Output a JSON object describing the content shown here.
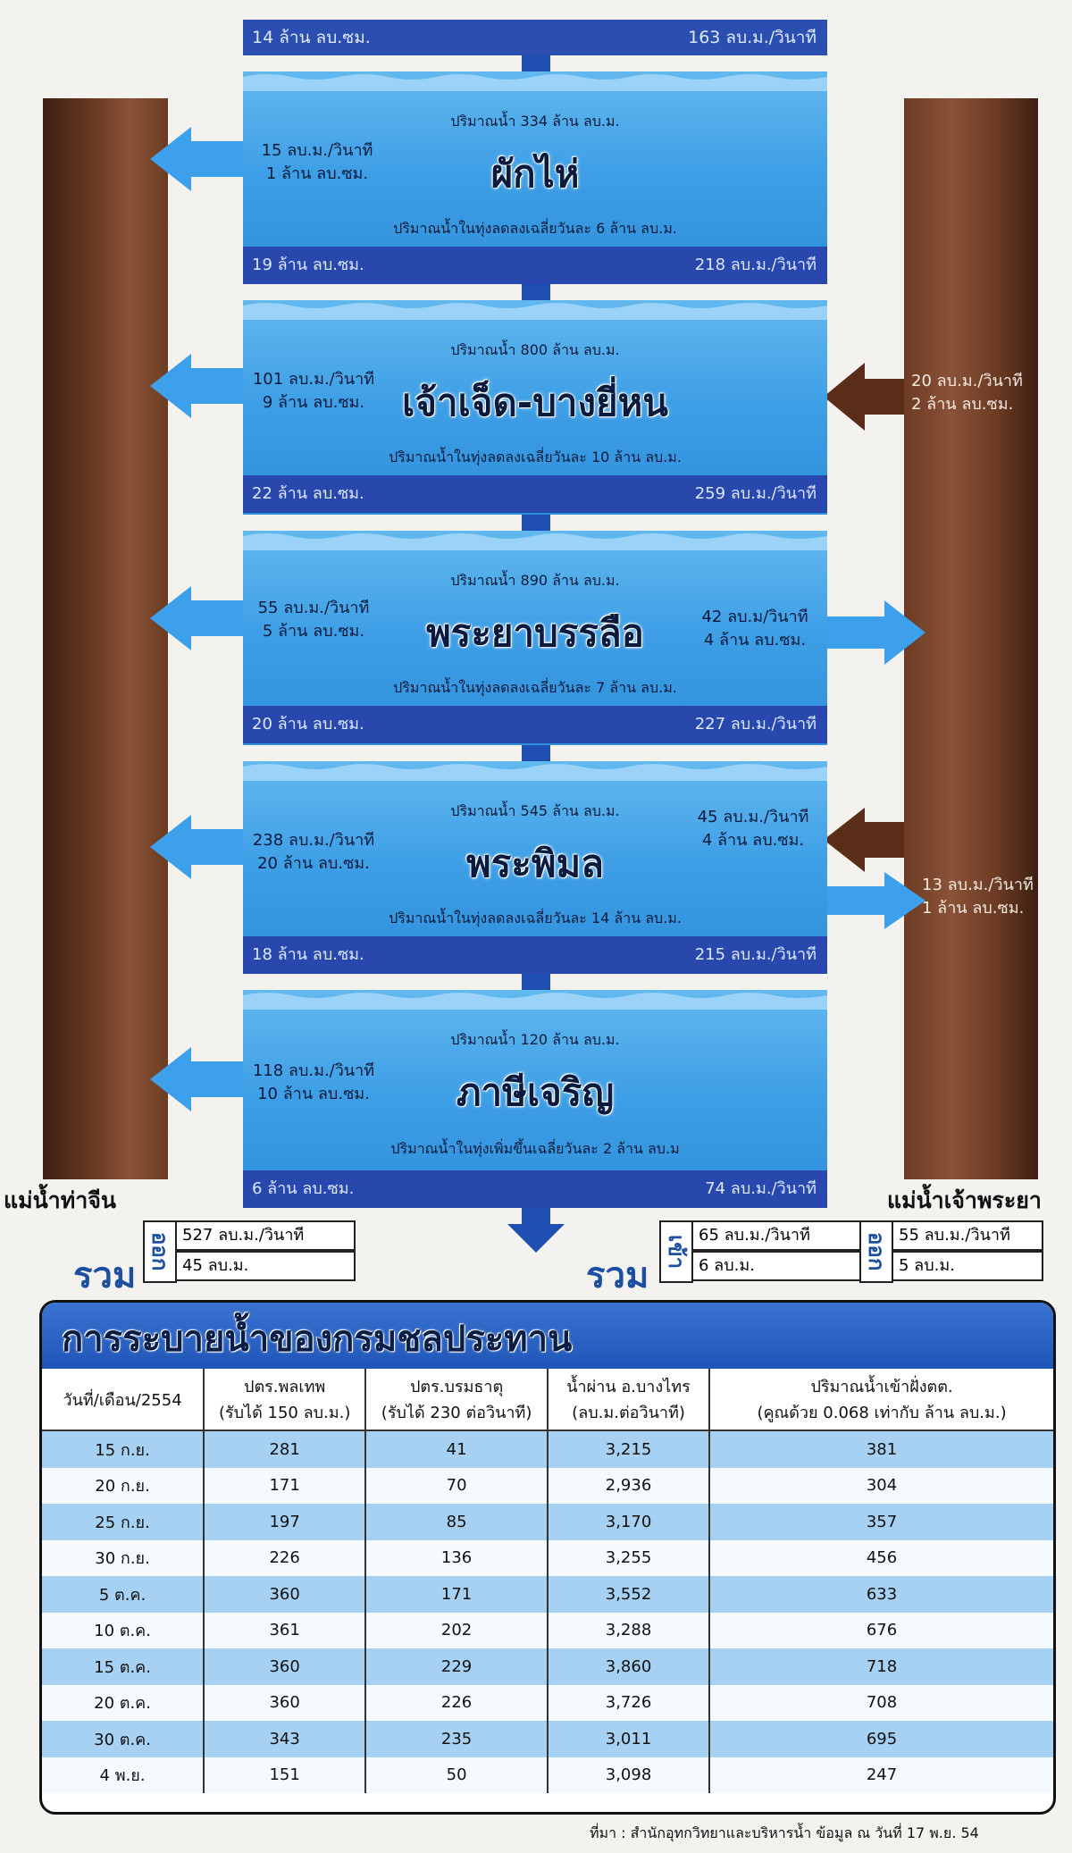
{
  "rivers": {
    "left": "แม่น้ำท่าจีน",
    "right": "แม่น้ำเจ้าพระยา"
  },
  "top_strip": {
    "left": "14 ล้าน ลบ.ซม.",
    "right": "163 ลบ.ม./วินาที"
  },
  "boxes": [
    {
      "volume": "ปริมาณน้ำ 334 ล้าน ลบ.ม.",
      "name": "ผักไห่",
      "note": "ปริมาณน้ำในทุ่งลดลงเฉลี่ยวันละ 6 ล้าน ลบ.ม.",
      "bottom_left": "19 ล้าน ลบ.ซม.",
      "bottom_right": "218 ลบ.ม./วินาที",
      "out_left": [
        "15 ลบ.ม./วินาที",
        "1 ล้าน ลบ.ซม."
      ]
    },
    {
      "volume": "ปริมาณน้ำ 800 ล้าน ลบ.ม.",
      "name": "เจ้าเจ็ด-บางยี่หน",
      "note": "ปริมาณน้ำในทุ่งลดลงเฉลี่ยวันละ 10 ล้าน ลบ.ม.",
      "bottom_left": "22 ล้าน ลบ.ซม.",
      "bottom_right": "259 ลบ.ม./วินาที",
      "out_left": [
        "101 ลบ.ม./วินาที",
        "9 ล้าน ลบ.ซม."
      ],
      "in_right": [
        "20 ลบ.ม./วินาที",
        "2 ล้าน ลบ.ซม."
      ]
    },
    {
      "volume": "ปริมาณน้ำ 890 ล้าน ลบ.ม.",
      "name": "พระยาบรรลือ",
      "note": "ปริมาณน้ำในทุ่งลดลงเฉลี่ยวันละ 7 ล้าน ลบ.ม.",
      "bottom_left": "20 ล้าน ลบ.ซม.",
      "bottom_right": "227 ลบ.ม./วินาที",
      "out_left": [
        "55 ลบ.ม./วินาที",
        "5 ล้าน ลบ.ซม."
      ],
      "out_right": [
        "42 ลบ.ม/วินาที",
        "4 ล้าน ลบ.ซม."
      ]
    },
    {
      "volume": "ปริมาณน้ำ 545 ล้าน ลบ.ม.",
      "name": "พระพิมล",
      "note": "ปริมาณน้ำในทุ่งลดลงเฉลี่ยวันละ 14 ล้าน ลบ.ม.",
      "bottom_left": "18 ล้าน ลบ.ซม.",
      "bottom_right": "215 ลบ.ม./วินาที",
      "out_left": [
        "238 ลบ.ม./วินาที",
        "20 ล้าน ลบ.ซม."
      ],
      "in_right": [
        "45 ลบ.ม./วินาที",
        "4 ล้าน ลบ.ซม."
      ],
      "out_right": [
        "13 ลบ.ม./วินาที",
        "1 ล้าน ลบ.ซม."
      ]
    },
    {
      "volume": "ปริมาณน้ำ 120 ล้าน ลบ.ม.",
      "name": "ภาษีเจริญ",
      "note": "ปริมาณน้ำในทุ่งเพิ่มขึ้นเฉลี่ยวันละ 2 ล้าน ลบ.ม",
      "bottom_left": "6 ล้าน ลบ.ซม.",
      "bottom_right": "74 ลบ.ม./วินาที",
      "out_left": [
        "118 ลบ.ม./วินาที",
        "10 ล้าน ลบ.ซม."
      ]
    }
  ],
  "summary": {
    "label": "รวม",
    "out_label": "ออก",
    "in_label": "เข้า",
    "left_out": [
      "527 ลบ.ม./วินาที",
      "45 ลบ.ม."
    ],
    "right_in": [
      "65 ลบ.ม./วินาที",
      "6 ลบ.ม."
    ],
    "right_out": [
      "55 ลบ.ม./วินาที",
      "5 ลบ.ม."
    ]
  },
  "table": {
    "title": "การระบายน้ำของกรมชลประทาน",
    "headers": [
      [
        "วันที่/เดือน/2554",
        ""
      ],
      [
        "ปตร.พลเทพ",
        "(รับได้ 150 ลบ.ม.)"
      ],
      [
        "ปตร.บรมธาตุ",
        "(รับได้  230 ต่อวินาที)"
      ],
      [
        "น้ำผ่าน อ.บางไทร",
        "(ลบ.ม.ต่อวินาที)"
      ],
      [
        "ปริมาณน้ำเข้าฝั่งตต.",
        "(คูณด้วย 0.068 เท่ากับ ล้าน ลบ.ม.)"
      ]
    ],
    "rows": [
      [
        "15 ก.ย.",
        "281",
        "41",
        "3,215",
        "381"
      ],
      [
        "20 ก.ย.",
        "171",
        "70",
        "2,936",
        "304"
      ],
      [
        "25 ก.ย.",
        "197",
        "85",
        "3,170",
        "357"
      ],
      [
        "30 ก.ย.",
        "226",
        "136",
        "3,255",
        "456"
      ],
      [
        "5 ต.ค.",
        "360",
        "171",
        "3,552",
        "633"
      ],
      [
        "10 ต.ค.",
        "361",
        "202",
        "3,288",
        "676"
      ],
      [
        "15 ต.ค.",
        "360",
        "229",
        "3,860",
        "718"
      ],
      [
        "20 ต.ค.",
        "360",
        "226",
        "3,726",
        "708"
      ],
      [
        "30 ต.ค.",
        "343",
        "235",
        "3,011",
        "695"
      ],
      [
        "4 พ.ย.",
        "151",
        "50",
        "3,098",
        "247"
      ]
    ]
  },
  "source": "ที่มา : สำนักอุทกวิทยาและบริหารน้ำ ข้อมูล ณ วันที่ 17 พ.ย. 54",
  "colors": {
    "water": "#3d9ee6",
    "bar": "#2848ad",
    "river": "#6a3a22",
    "arrow_blue": "#3da0ea",
    "arrow_brown": "#5a2d18",
    "row_alt": "#a6d1f2"
  }
}
